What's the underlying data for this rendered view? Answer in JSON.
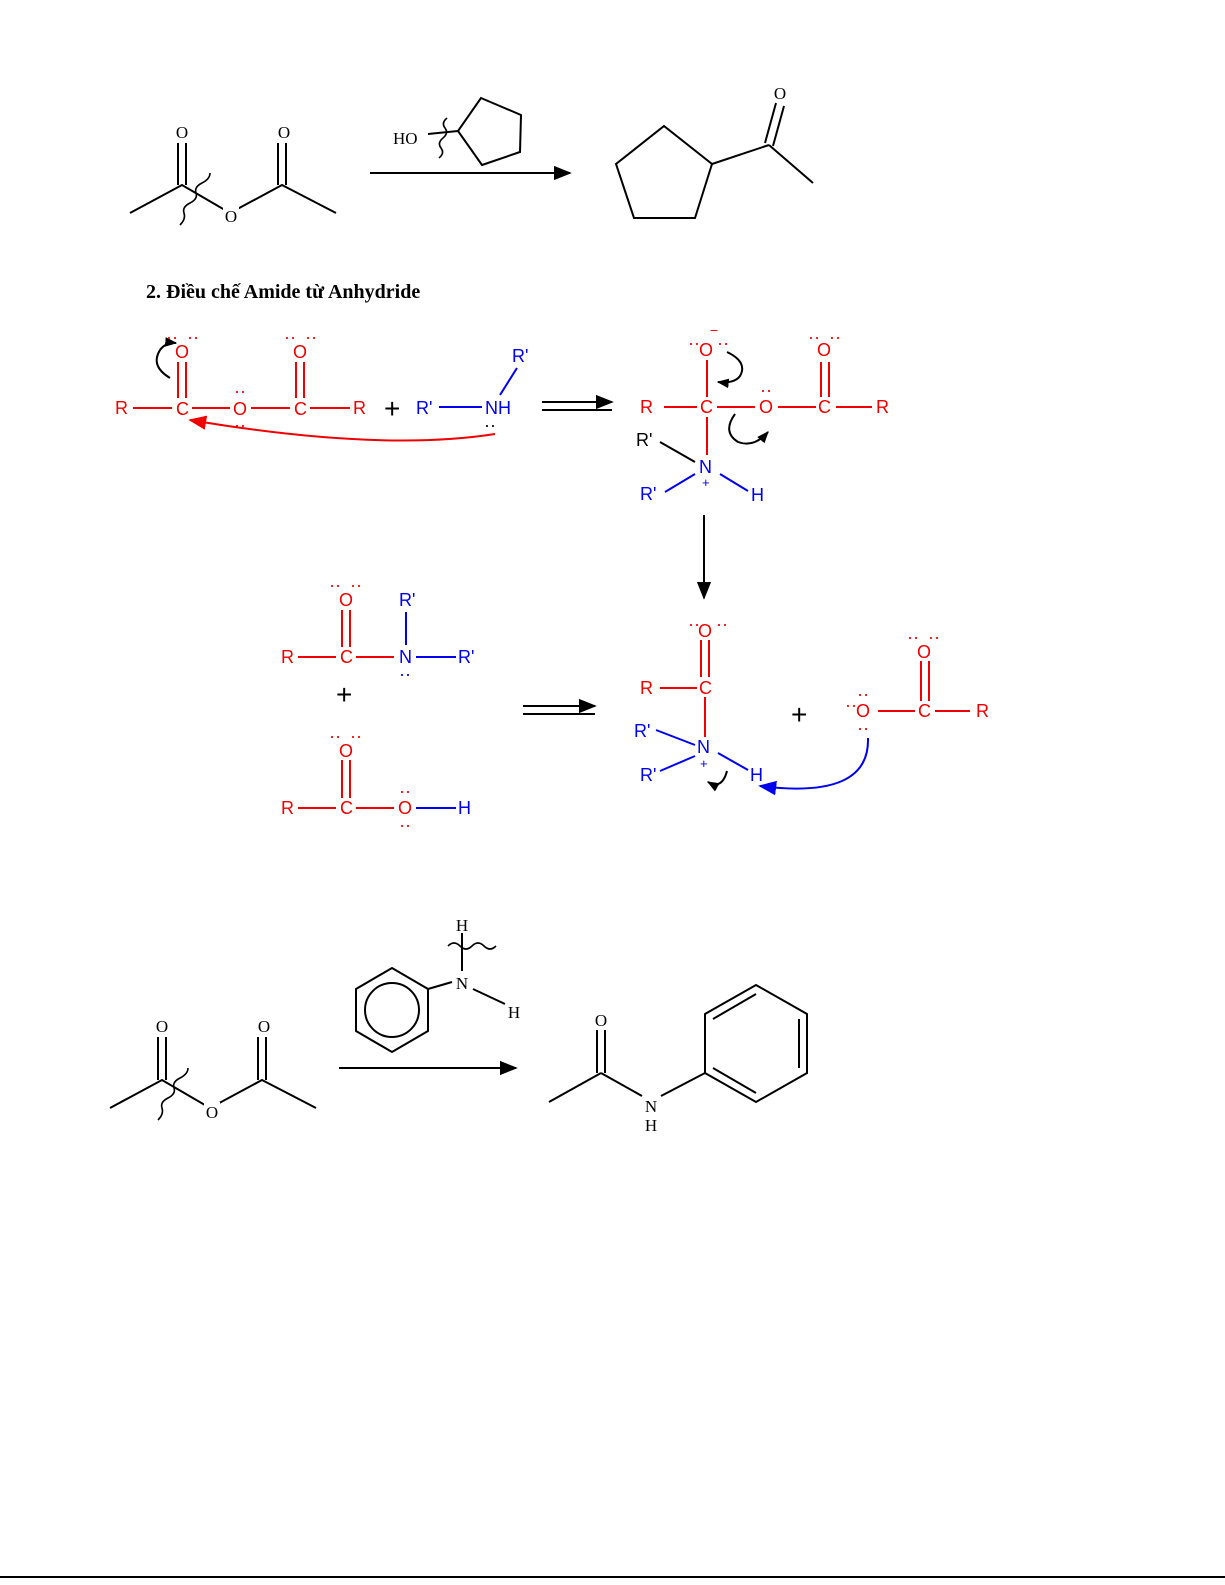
{
  "heading": "2. Điều chế Amide từ Anhydride",
  "colors": {
    "red": "#f00000",
    "blue": "#0000f0",
    "black": "#000000"
  },
  "labels": {
    "O": "O",
    "C": "C",
    "R": "R",
    "Rp": "R'",
    "N": "N",
    "NH": "NH",
    "H": "H",
    "HO": "HO",
    "plus": "+",
    "charge_plus": "+",
    "charge_minus": "−",
    "lone_pair": "··"
  }
}
